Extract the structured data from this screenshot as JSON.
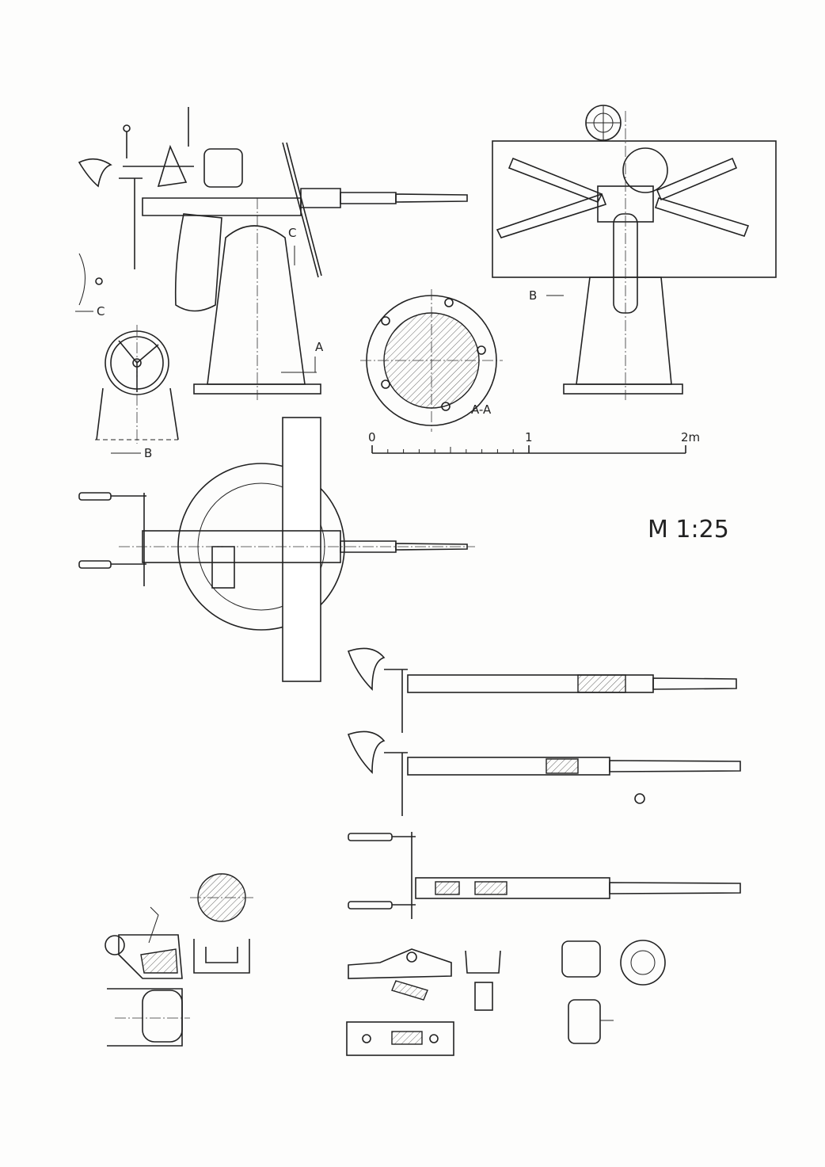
{
  "labels": {
    "section_c_top": "C",
    "section_c_left": "C",
    "section_a": "A",
    "view_b_small": "B",
    "view_b_rear": "B",
    "section_aa": "A-A"
  },
  "scale_bar": {
    "tick_0": "0",
    "tick_1": "1",
    "tick_2": "2m",
    "minor_divisions_per_meter": 10
  },
  "scale_title": "M 1:25"
}
